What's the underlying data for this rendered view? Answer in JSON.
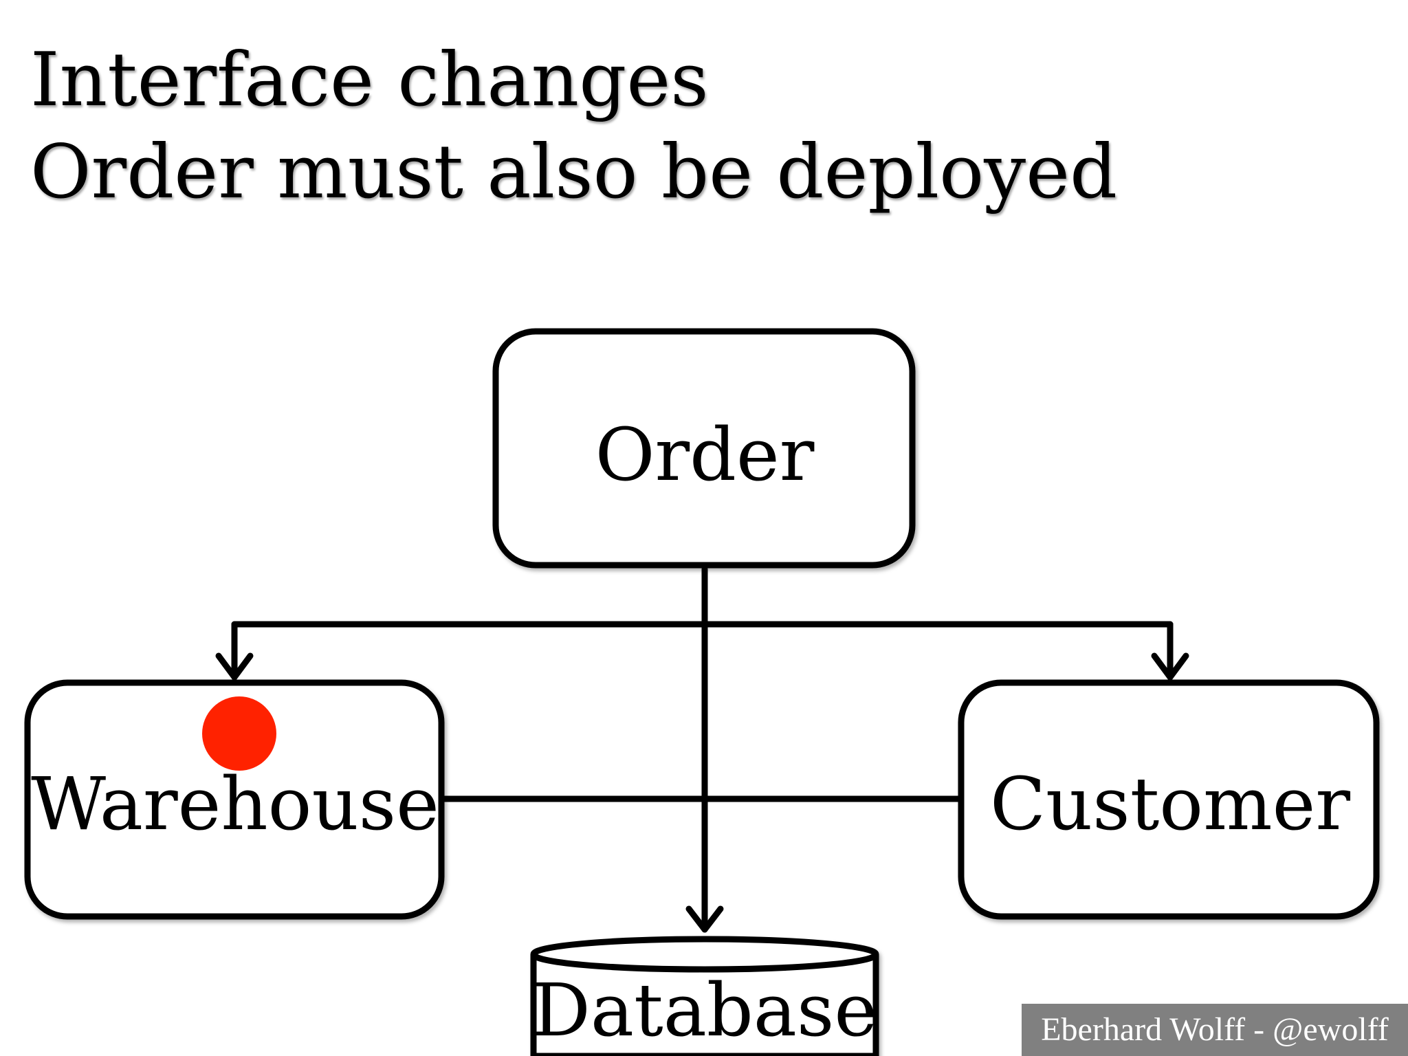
{
  "slide": {
    "title_line1": "Interface changes",
    "title_line2": "Order must also be deployed",
    "footer": "Eberhard Wolff - @ewolff"
  },
  "diagram": {
    "order_label": "Order",
    "warehouse_label": "Warehouse",
    "customer_label": "Customer",
    "database_label": "Database",
    "marker_color": "#ff2200",
    "stroke_color": "#000000"
  }
}
